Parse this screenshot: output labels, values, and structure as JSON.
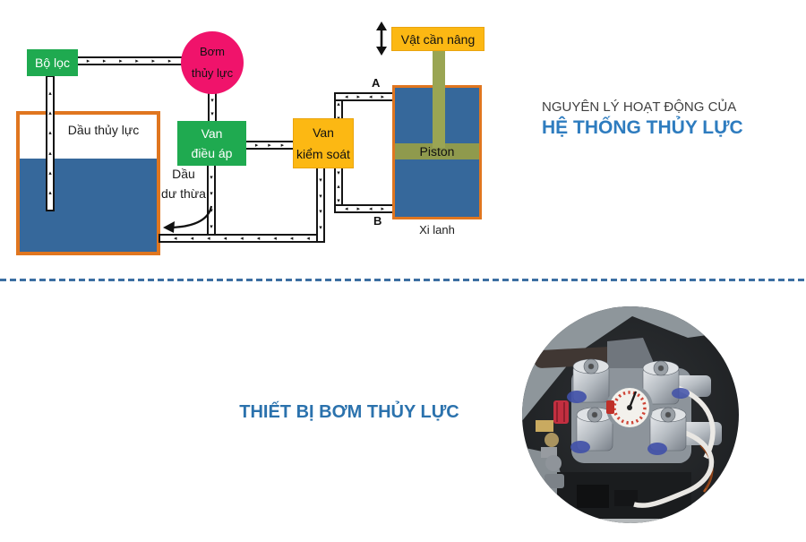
{
  "colors": {
    "green": "#1faa50",
    "pink": "#f0136b",
    "amber": "#fcb813",
    "amber_border": "#eaa40f",
    "tank_border": "#e0761f",
    "liquid_blue": "#36689b",
    "olive": "#8f9a4d",
    "olive_rod": "#9aa553",
    "heading_gray": "#3f3f3f",
    "heading_blue": "#2e7cbf",
    "divider_blue": "#3c6fa2",
    "section2_blue": "#2b72ad",
    "pipe_line": "#151515"
  },
  "diagram": {
    "filter_label": "Bộ lọc",
    "pump_line1": "Bơm",
    "pump_line2": "thủy lực",
    "regulator_line1": "Van",
    "regulator_line2": "điều áp",
    "control_line1": "Van",
    "control_line2": "kiểm soát",
    "load_label": "Vật cần nâng",
    "tank_label": "Dầu thủy lực",
    "excess_line1": "Dầu",
    "excess_line2": "dư thừa",
    "piston_label": "Piston",
    "cylinder_label": "Xi lanh",
    "port_a": "A",
    "port_b": "B",
    "arrow_glyphs": {
      "right": "▸",
      "left": "◂",
      "up": "▴",
      "down": "▾",
      "lr": "◂▸",
      "ud": "▴▾"
    }
  },
  "heading": {
    "line1": "NGUYÊN LÝ HOẠT ĐỘNG CỦA",
    "line2": "HỆ THỐNG THỦY LỰC"
  },
  "section2": {
    "title": "THIẾT BỊ BƠM THỦY LỰC"
  }
}
